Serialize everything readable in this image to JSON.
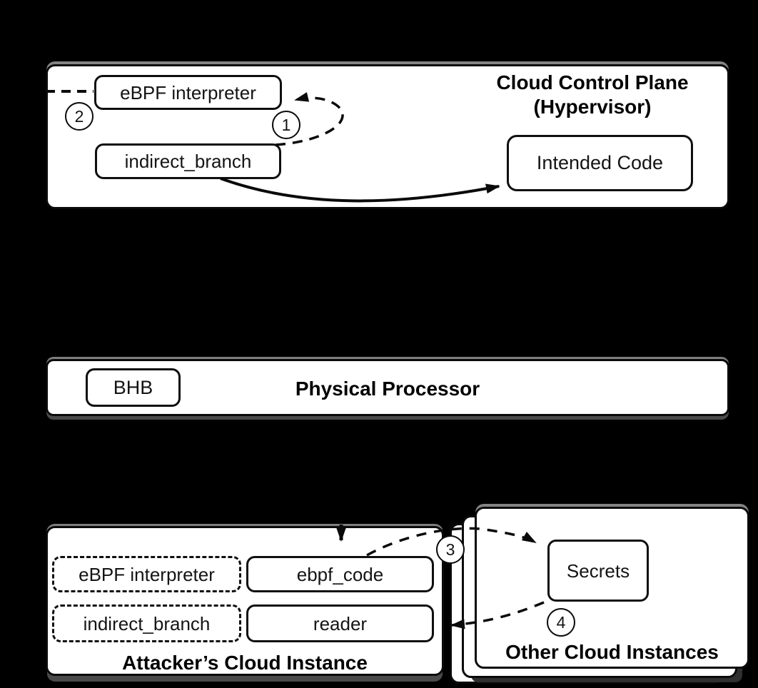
{
  "figure": {
    "kind": "attack-flow-diagram",
    "background_color": "#000000",
    "box_fill": "#ffffff",
    "line_color": "#0a0a0a"
  },
  "control_plane": {
    "title_line1": "Cloud Control Plane",
    "title_line2": "(Hypervisor)",
    "ebpf_interpreter": "eBPF interpreter",
    "indirect_branch": "indirect_branch",
    "intended_code": "Intended Code"
  },
  "processor": {
    "title": "Physical Processor",
    "bhb": "BHB"
  },
  "attacker": {
    "title": "Attacker’s Cloud Instance",
    "ebpf_interpreter": "eBPF interpreter",
    "indirect_branch": "indirect_branch",
    "ebpf_code": "ebpf_code",
    "reader": "reader"
  },
  "others": {
    "title": "Other Cloud Instances",
    "secrets": "Secrets"
  },
  "steps": {
    "s1": "1",
    "s2": "2",
    "s3": "3",
    "s4": "4"
  }
}
